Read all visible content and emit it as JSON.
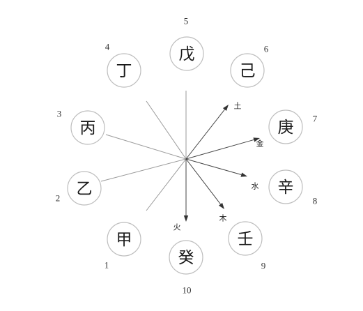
{
  "stems": [
    {
      "char": "甲",
      "number": "1"
    },
    {
      "char": "乙",
      "number": "2"
    },
    {
      "char": "丙",
      "number": "3"
    },
    {
      "char": "丁",
      "number": "4"
    },
    {
      "char": "戊",
      "number": "5"
    },
    {
      "char": "己",
      "number": "6"
    },
    {
      "char": "庚",
      "number": "7"
    },
    {
      "char": "辛",
      "number": "8"
    },
    {
      "char": "壬",
      "number": "9"
    },
    {
      "char": "癸",
      "number": "10"
    }
  ],
  "elements": [
    {
      "char": "土"
    },
    {
      "char": "金"
    },
    {
      "char": "水"
    },
    {
      "char": "木"
    },
    {
      "char": "火"
    }
  ],
  "colors": {
    "circle_stroke": "#bdbdbd",
    "ray_stroke": "#9a9a9a",
    "arrow_stroke": "#444444",
    "text": "#1a1a1a"
  }
}
